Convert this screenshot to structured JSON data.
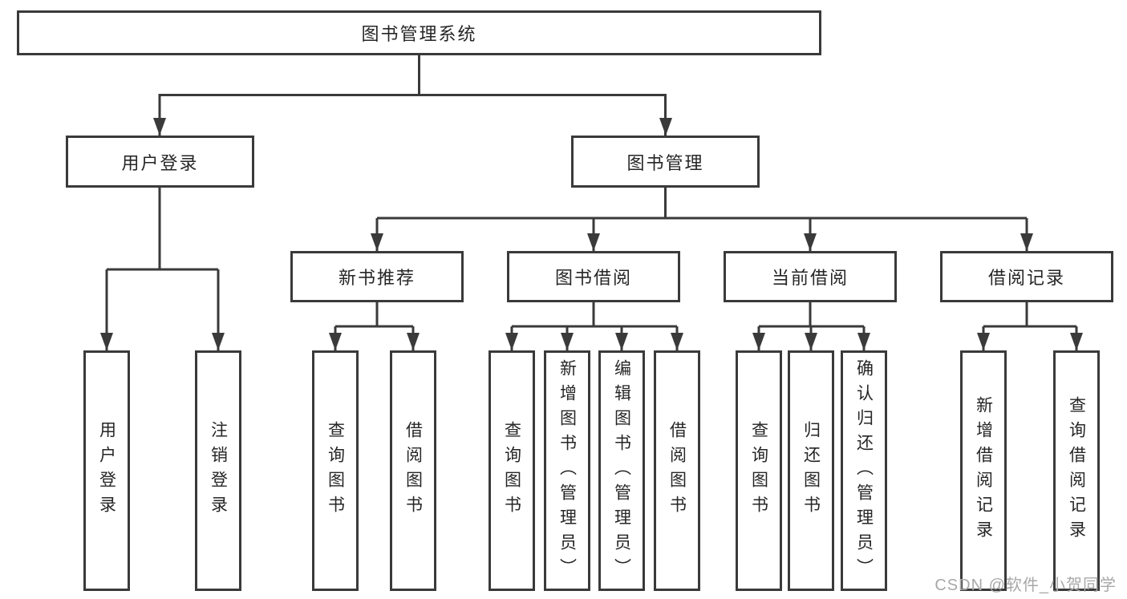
{
  "diagram": {
    "title": "图书管理系统",
    "level2": {
      "user_login": "用户登录",
      "book_management": "图书管理"
    },
    "level3": {
      "new_book_recommend": "新书推荐",
      "book_borrowing": "图书借阅",
      "current_borrowing": "当前借阅",
      "borrowing_records": "借阅记录"
    },
    "leaves": {
      "user_login": "用户登录",
      "logout": "注销登录",
      "nbr_query_books": "查询图书",
      "nbr_borrow_books": "借阅图书",
      "bb_query_books": "查询图书",
      "bb_add_books": "新增图书（管理员）",
      "bb_edit_books": "编辑图书（管理员）",
      "bb_borrow_books": "借阅图书",
      "cb_query_books": "查询图书",
      "cb_return_books": "归还图书",
      "cb_confirm_return": "确认归还（管理员）",
      "br_add_record": "新增借阅记录",
      "br_query_record": "查询借阅记录"
    }
  },
  "watermark": {
    "text": "CSDN @软件_小贺同学"
  },
  "colors": {
    "line": "#3a3a3a",
    "text": "#262626",
    "background": "#ffffff",
    "watermark": "#a8a8a8"
  }
}
